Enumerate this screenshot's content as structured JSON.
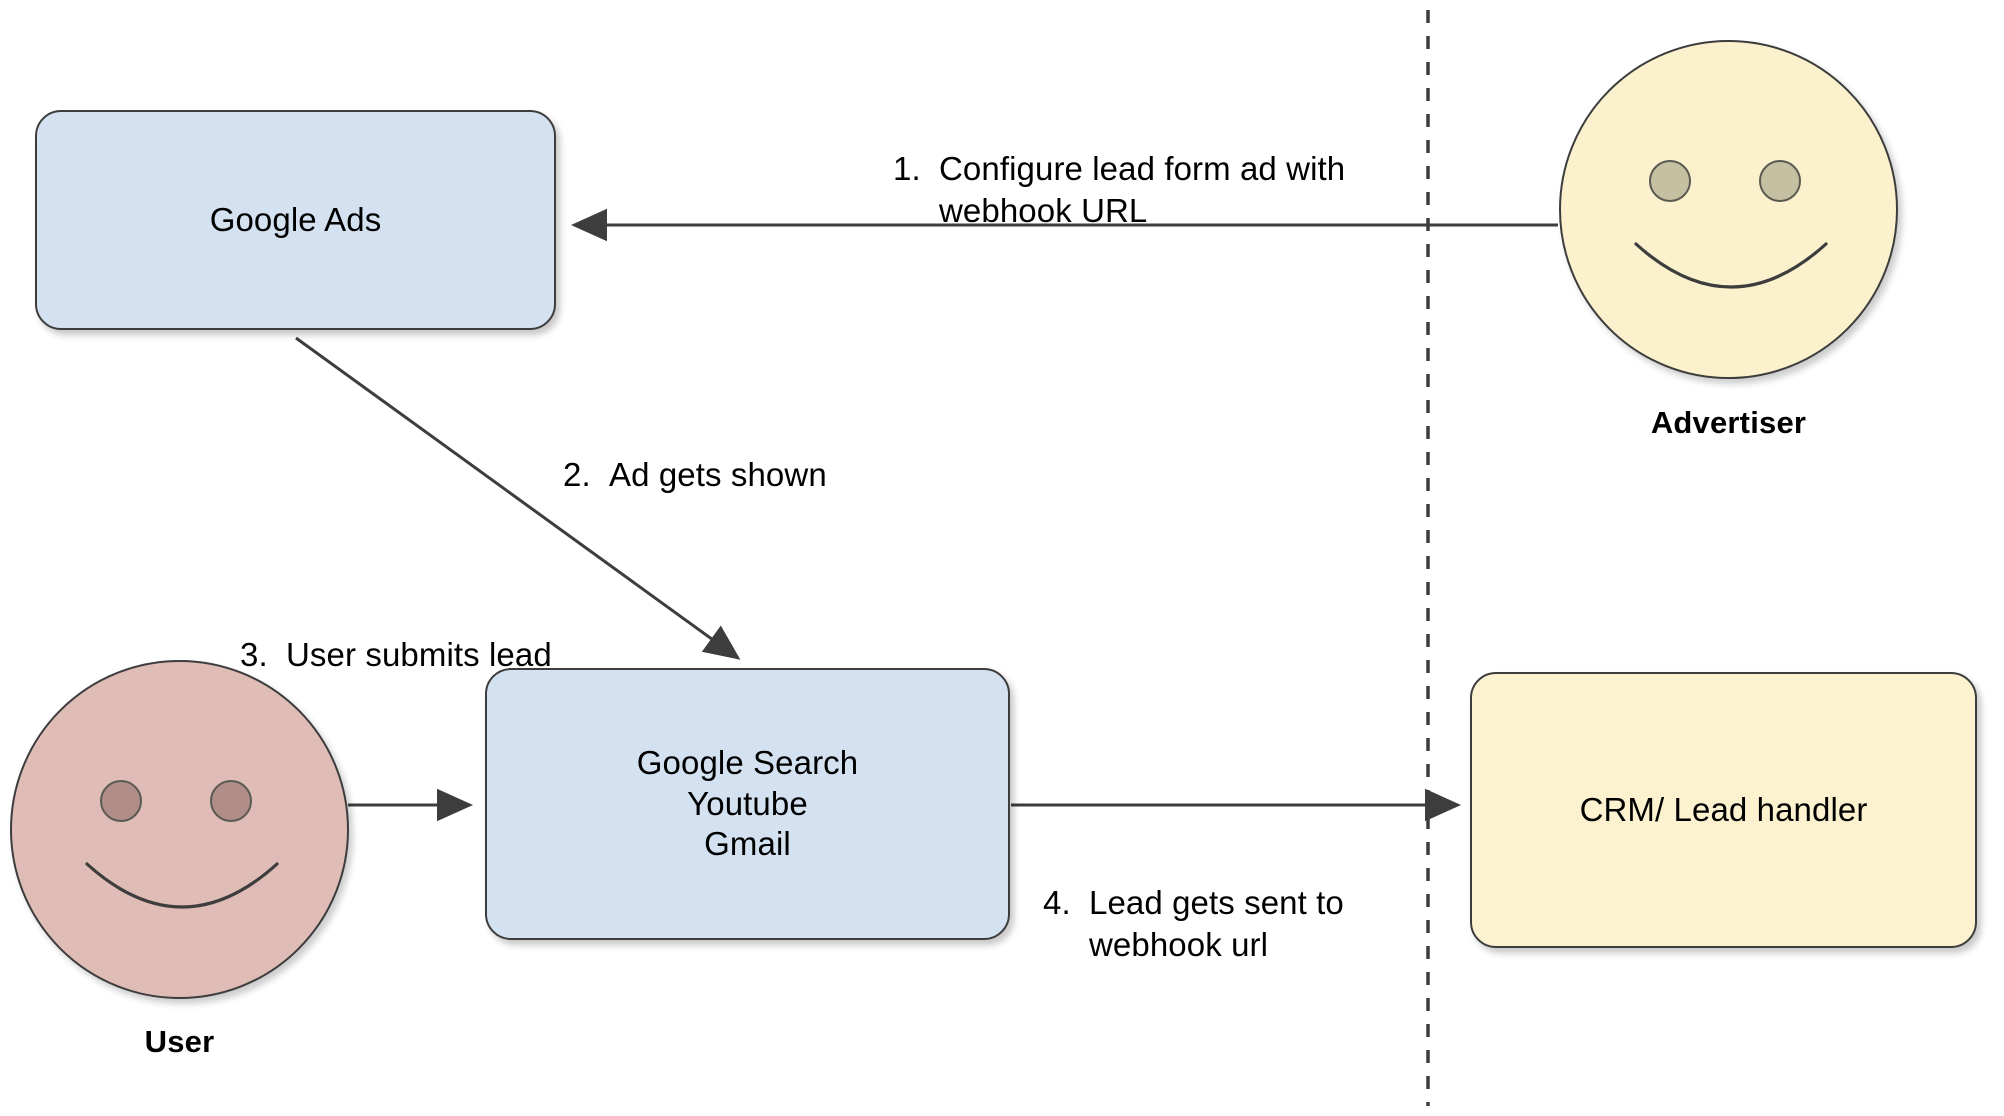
{
  "diagram": {
    "title": "Google Ads lead form webhook flow",
    "background": "#ffffff",
    "colors": {
      "box_blue_fill": "#d4e1f0",
      "box_yellow_fill": "#fcf2cf",
      "advertiser_face_fill": "#fbf2cd",
      "advertiser_eye_fill": "#c6c0a2",
      "user_face_fill": "#e0bcb7",
      "user_eye_fill": "#b18d87",
      "stroke": "#3d3d3d",
      "text": "#000000"
    },
    "divider": {
      "name": "vertical-dashed-divider",
      "style": "dashed",
      "orientation": "vertical"
    },
    "nodes": [
      {
        "id": "google-ads",
        "label": "Google Ads",
        "shape": "rounded-rectangle",
        "fill": "#d4e1f0"
      },
      {
        "id": "google-surfaces",
        "label": "Google Search\nYoutube\nGmail",
        "lines": [
          "Google Search",
          "Youtube",
          "Gmail"
        ],
        "shape": "rounded-rectangle",
        "fill": "#d4e1f0"
      },
      {
        "id": "crm",
        "label": "CRM/ Lead handler",
        "shape": "rounded-rectangle",
        "fill": "#fcf2cf"
      }
    ],
    "actors": [
      {
        "id": "advertiser",
        "caption": "Advertiser",
        "shape": "smiley-face",
        "fill": "#fbf2cd"
      },
      {
        "id": "user",
        "caption": "User",
        "shape": "smiley-face",
        "fill": "#e0bcb7"
      }
    ],
    "edges": [
      {
        "id": "step-1",
        "number": "1.",
        "text": "Configure lead form ad with\nwebhook URL",
        "from": "advertiser",
        "to": "google-ads",
        "direction": "left"
      },
      {
        "id": "step-2",
        "number": "2.",
        "text": "Ad gets shown",
        "from": "google-ads",
        "to": "google-surfaces",
        "direction": "diagonal-down-right"
      },
      {
        "id": "step-3",
        "number": "3.",
        "text": "User submits lead",
        "from": "user",
        "to": "google-surfaces",
        "direction": "right"
      },
      {
        "id": "step-4",
        "number": "4.",
        "text": "Lead gets sent to\nwebhook url",
        "from": "google-surfaces",
        "to": "crm",
        "direction": "right"
      }
    ]
  }
}
